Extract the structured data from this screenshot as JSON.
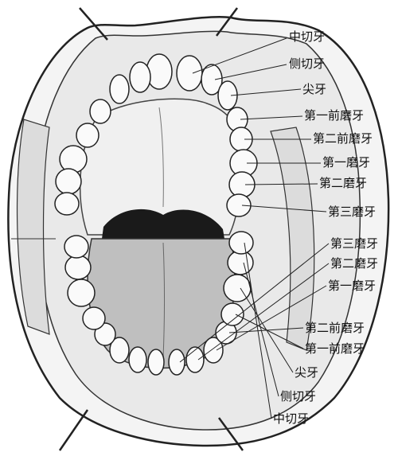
{
  "figure": {
    "upper_labels": [
      "中切牙",
      "侧切牙",
      "尖牙",
      "第一前磨牙",
      "第二前磨牙",
      "第一磨牙",
      "第二磨牙",
      "第三磨牙"
    ],
    "lower_labels": [
      "第三磨牙",
      "第二磨牙",
      "第一磨牙",
      "第二前磨牙",
      "第一前磨牙",
      "尖牙",
      "侧切牙",
      "中切牙"
    ]
  }
}
